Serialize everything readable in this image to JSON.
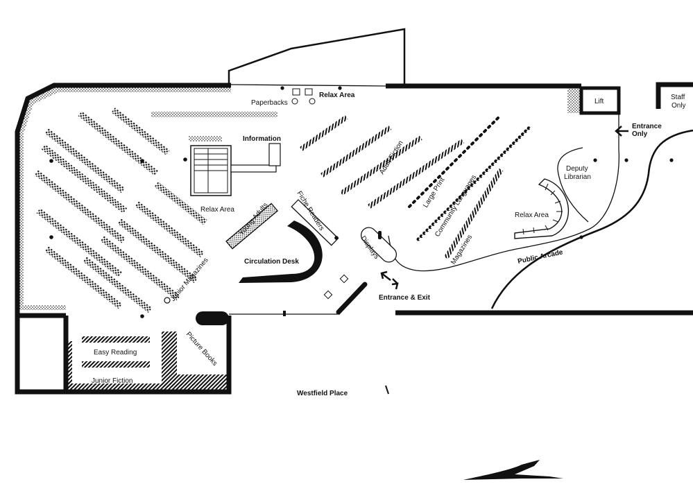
{
  "labels": {
    "relax_area_top": "Relax Area",
    "paperbacks": "Paperbacks",
    "information": "Information",
    "relax_area_left": "Relax Area",
    "young_adults": "Young Adults",
    "fiche_readers": "Fiche Readers",
    "adult_fiction": "Adult Fiction",
    "large_print": "Large Print",
    "community_languages": "Community Languages",
    "magazines": "Magazines",
    "relax_area_right": "Relax Area",
    "deputy_librarian_1": "Deputy",
    "deputy_librarian_2": "Librarian",
    "lift": "Lift",
    "staff_only_1": "Staff",
    "staff_only_2": "Only",
    "entrance_only_1": "Entrance",
    "entrance_only_2": "Only",
    "junior_magazines": "Junior Magazines",
    "circulation_desk": "Circulation Desk",
    "displays": "Displays",
    "entrance_exit": "Entrance & Exit",
    "public_arcade": "Public Arcade",
    "picture_books": "Picture Books",
    "easy_reading": "Easy Reading",
    "junior_fiction": "Junior Fiction",
    "westfield_place": "Westfield Place"
  },
  "colors": {
    "ink": "#111111",
    "paper": "#ffffff"
  },
  "icons": {
    "entrance_only_arrow": "arrow-left-icon",
    "entrance_exit_arrows": "double-diagonal-arrow-icon"
  }
}
